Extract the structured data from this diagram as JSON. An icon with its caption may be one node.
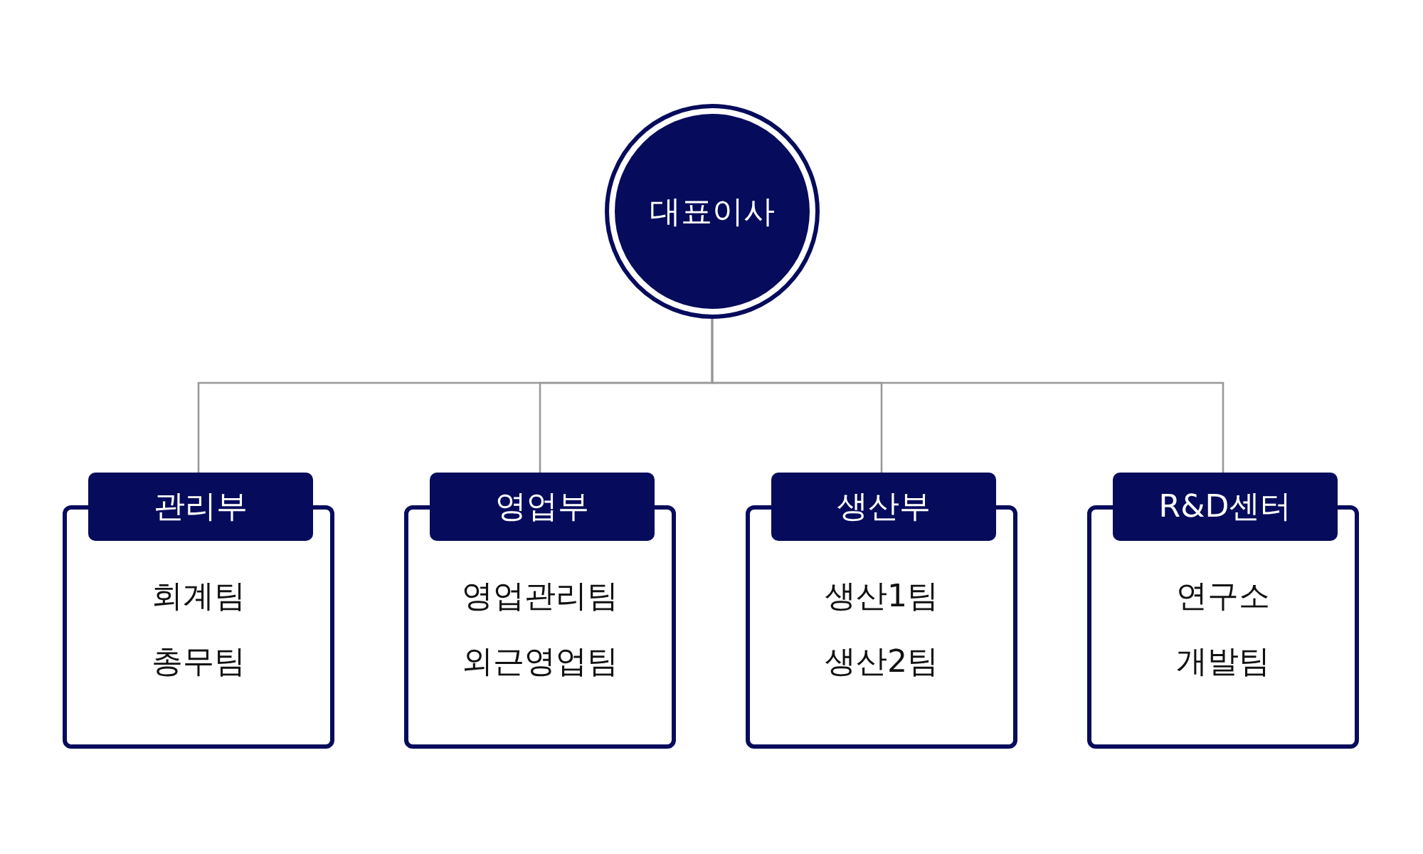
{
  "diagram": {
    "nodes": [
      {
        "text": [
          "대표이사"
        ]
      },
      {
        "text": [
          "관리부",
          "회계팀",
          "총무팀"
        ]
      },
      {
        "text": [
          "영업부",
          "영업관리팀",
          "외근영업팀"
        ]
      },
      {
        "text": [
          "생산부",
          "생산1팀",
          "생산2팀"
        ]
      },
      {
        "text": [
          "R&D센터",
          "연구소",
          "개발팀"
        ]
      }
    ],
    "edges": [
      {
        "from": 0,
        "to": 1,
        "arrow": "none"
      },
      {
        "from": 0,
        "to": 2,
        "arrow": "none"
      },
      {
        "from": 0,
        "to": 3,
        "arrow": "none"
      },
      {
        "from": 0,
        "to": 4,
        "arrow": "none"
      }
    ]
  }
}
